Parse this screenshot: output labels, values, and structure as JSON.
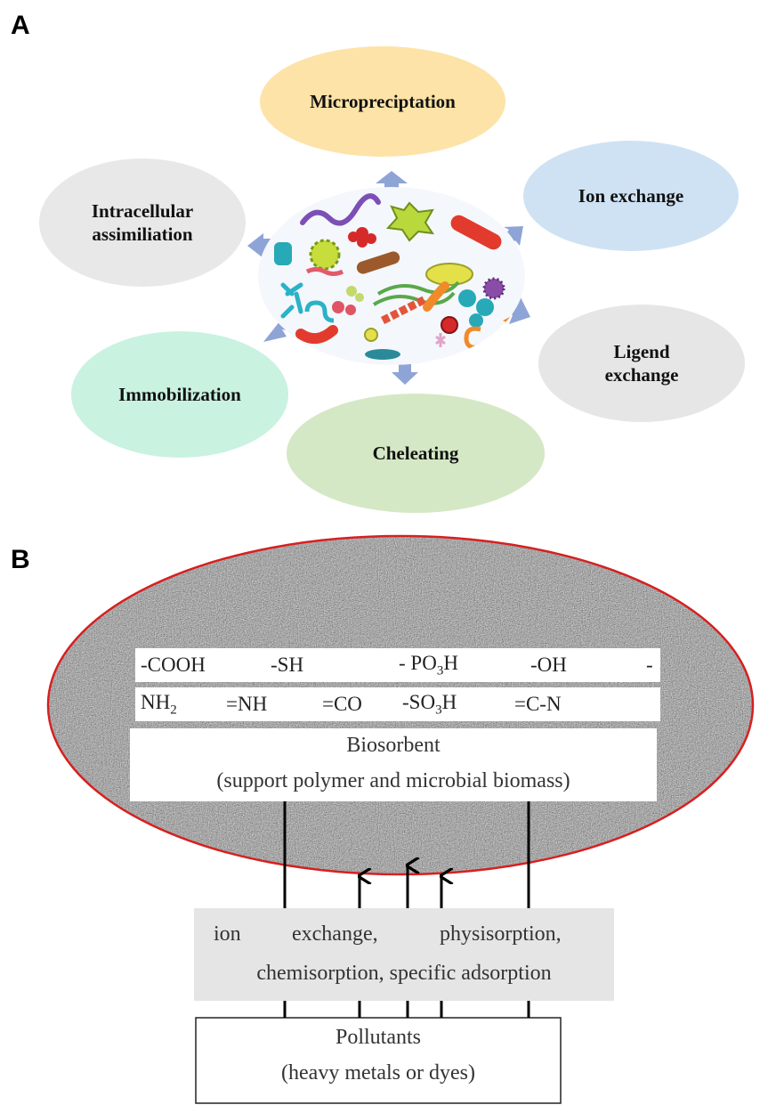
{
  "panel_a": {
    "letter": "A",
    "mechanisms": {
      "top": "Micropreciptation",
      "top_right": "Ion exchange",
      "right": [
        "Ligend",
        "exchange"
      ],
      "bottom": "Cheleating",
      "bottom_left": "Immobilization",
      "top_left": [
        "Intracellular",
        "assimiliation"
      ]
    },
    "colors": {
      "top": "#fde3a7",
      "top_right": "#cfe2f3",
      "right": "#e6e6e6",
      "bottom": "#d5e8c5",
      "bottom_left": "#c9f2e1",
      "top_left": "#e8e8e8",
      "arrow": "#8fa4d6"
    },
    "microbe_cluster_icon": "microbe-cluster-icon"
  },
  "panel_b": {
    "letter": "B",
    "groups_row1": [
      "-COOH",
      "-SH",
      "- PO3H",
      "-OH",
      "-"
    ],
    "groups_row2": [
      "NH2",
      "=NH",
      "=CO",
      "-SO3H",
      "=C-N"
    ],
    "biosorbent_title": "Biosorbent",
    "biosorbent_sub": "(support polymer and microbial biomass)",
    "process_line1": [
      "ion",
      "exchange,",
      "physisorption,"
    ],
    "process_line2": "chemisorption, specific adsorption",
    "pollutants_title": "Pollutants",
    "pollutants_sub": "(heavy metals or dyes)",
    "colors": {
      "ellipse_border": "#d62020",
      "process_box": "#e5e5e5"
    }
  }
}
